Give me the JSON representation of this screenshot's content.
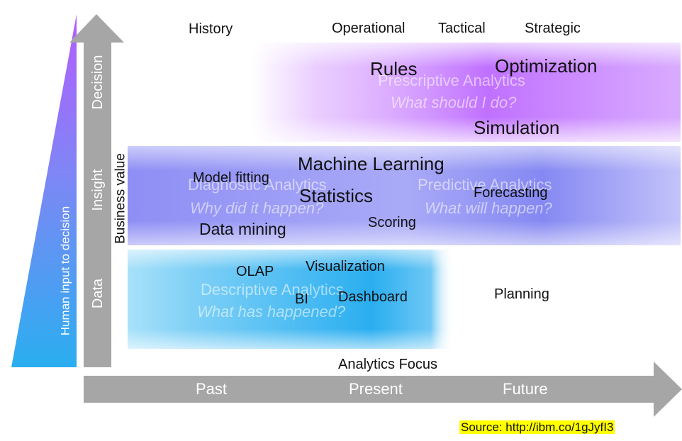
{
  "colors": {
    "triangle_top": "#b45cff",
    "triangle_bottom": "#2aaef0",
    "arrow_gray": "#a6a6a6",
    "prescriptive_band": "#c77cff",
    "predictive_band": "#8b8df2",
    "descriptive_band": "#48bff0",
    "source_highlight": "#ffff00"
  },
  "axes": {
    "vertical_tiers": [
      "Data",
      "Insight",
      "Decision"
    ],
    "triangle_label": "Human input to decision",
    "business_value": "Business value",
    "horizontal_periods": [
      "Past",
      "Present",
      "Future"
    ],
    "horizontal_label": "Analytics Focus"
  },
  "header": {
    "history": "History",
    "operational": "Operational",
    "tactical": "Tactical",
    "strategic": "Strategic"
  },
  "bands": {
    "prescriptive": {
      "title": "Prescriptive Analytics",
      "question": "What should I do?",
      "terms": [
        "Rules",
        "Optimization",
        "Simulation"
      ]
    },
    "diagnostic": {
      "title": "Diagnostic Analytics",
      "question": "Why did it happen?"
    },
    "predictive": {
      "title": "Predictive Analytics",
      "question": "What will happen?"
    },
    "insight_terms": [
      "Model fitting",
      "Machine Learning",
      "Statistics",
      "Forecasting",
      "Scoring",
      "Data mining"
    ],
    "descriptive": {
      "title": "Descriptive Analytics",
      "question": "What has happened?",
      "terms": [
        "OLAP",
        "Visualization",
        "BI",
        "Dashboard"
      ]
    },
    "planning": "Planning"
  },
  "source": "Source: http://ibm.co/1gJyfI3"
}
